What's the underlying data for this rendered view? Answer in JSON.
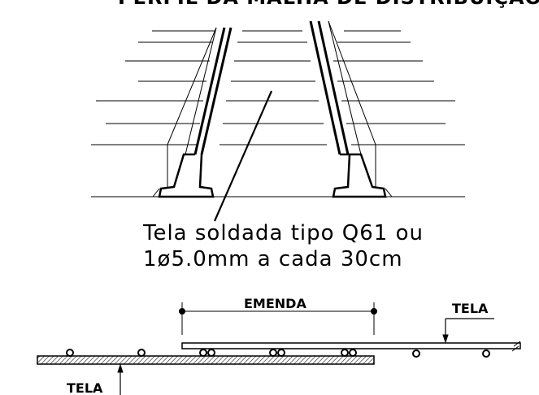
{
  "labels": {
    "top_title": "PERFIL DA MALHA DE DISTRIBUIÇÃO",
    "note_line1": "Tela soldada tipo Q61 ou",
    "note_line2": "1ø5.0mm a cada 30cm",
    "emenda": "EMENDA",
    "tela_right": "TELA",
    "tela_left": "TELA"
  },
  "colors": {
    "line": "#000000",
    "fill_hatch": "#777777",
    "background": "#ffffff"
  }
}
